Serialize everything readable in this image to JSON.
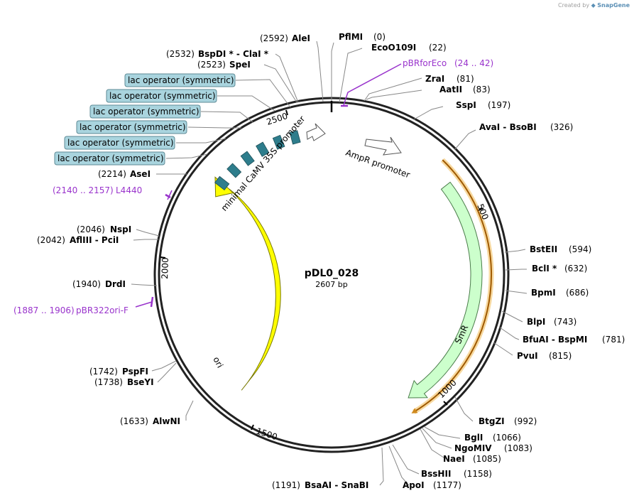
{
  "credit": {
    "prefix": "Created by",
    "brand": "SnapGene"
  },
  "plasmid": {
    "name": "pDL0_028",
    "length_label": "2607 bp",
    "length": 2607
  },
  "colors": {
    "ampr_fill": "#ffffff",
    "smr_fill": "#ccffcc",
    "ori_fill": "#ffff00",
    "lac_fill": "#2e7d8c",
    "primer": "#9933cc",
    "orf": "#f5b400",
    "backbone": "#222222"
  },
  "ticks": [
    {
      "label": "500",
      "bp": 500
    },
    {
      "label": "1000",
      "bp": 1000
    },
    {
      "label": "1500",
      "bp": 1500
    },
    {
      "label": "2000",
      "bp": 2000
    },
    {
      "label": "2500",
      "bp": 2500
    }
  ],
  "features": [
    {
      "name": "AmpR promoter",
      "type": "promoter",
      "direction": "cw"
    },
    {
      "name": "SmR",
      "type": "cds",
      "direction": "cw"
    },
    {
      "name": "ori",
      "type": "origin",
      "direction": "ccw"
    },
    {
      "name": "minimal CaMV 35S promoter",
      "type": "promoter",
      "direction": "cw"
    }
  ],
  "lac_operators": [
    "lac operator (symmetric)",
    "lac operator (symmetric)",
    "lac operator (symmetric)",
    "lac operator (symmetric)",
    "lac operator (symmetric)",
    "lac operator (symmetric)"
  ],
  "sites_right": [
    {
      "name": "PflMI",
      "pos": "(0)"
    },
    {
      "name": "EcoO109I",
      "pos": "(22)"
    },
    {
      "name": "ZraI",
      "pos": "(81)"
    },
    {
      "name": "AatII",
      "pos": "(83)"
    },
    {
      "name": "SspI",
      "pos": "(197)"
    },
    {
      "name": "AvaI  -  BsoBI",
      "pos": "(326)"
    },
    {
      "name": "BstEII",
      "pos": "(594)"
    },
    {
      "name": "BclI *",
      "pos": "(632)"
    },
    {
      "name": "BpmI",
      "pos": "(686)"
    },
    {
      "name": "BlpI",
      "pos": "(743)"
    },
    {
      "name": "BfuAI  -  BspMI",
      "pos": "(781)"
    },
    {
      "name": "PvuI",
      "pos": "(815)"
    },
    {
      "name": "BtgZI",
      "pos": "(992)"
    },
    {
      "name": "BglI",
      "pos": "(1066)"
    },
    {
      "name": "NgoMIV",
      "pos": "(1083)"
    },
    {
      "name": "NaeI",
      "pos": "(1085)"
    },
    {
      "name": "BssHII",
      "pos": "(1158)"
    },
    {
      "name": "ApoI",
      "pos": "(1177)"
    }
  ],
  "sites_left": [
    {
      "name": "AleI",
      "pos": "(2592)"
    },
    {
      "name": "BspDI *  -  ClaI *",
      "pos": "(2532)"
    },
    {
      "name": "SpeI",
      "pos": "(2523)"
    },
    {
      "name": "AseI",
      "pos": "(2214)"
    },
    {
      "name": "NspI",
      "pos": "(2046)"
    },
    {
      "name": "AflIII  -  PciI",
      "pos": "(2042)"
    },
    {
      "name": "DrdI",
      "pos": "(1940)"
    },
    {
      "name": "PspFI",
      "pos": "(1742)"
    },
    {
      "name": "BseYI",
      "pos": "(1738)"
    },
    {
      "name": "AlwNI",
      "pos": "(1633)"
    },
    {
      "name": "BsaAI  -  SnaBI",
      "pos": "(1191)"
    }
  ],
  "primers": [
    {
      "name": "pBRforEco",
      "range": "(24 .. 42)"
    },
    {
      "name": "L4440",
      "range": "(2140 .. 2157)"
    },
    {
      "name": "pBR322ori-F",
      "range": "(1887 .. 1906)"
    }
  ]
}
